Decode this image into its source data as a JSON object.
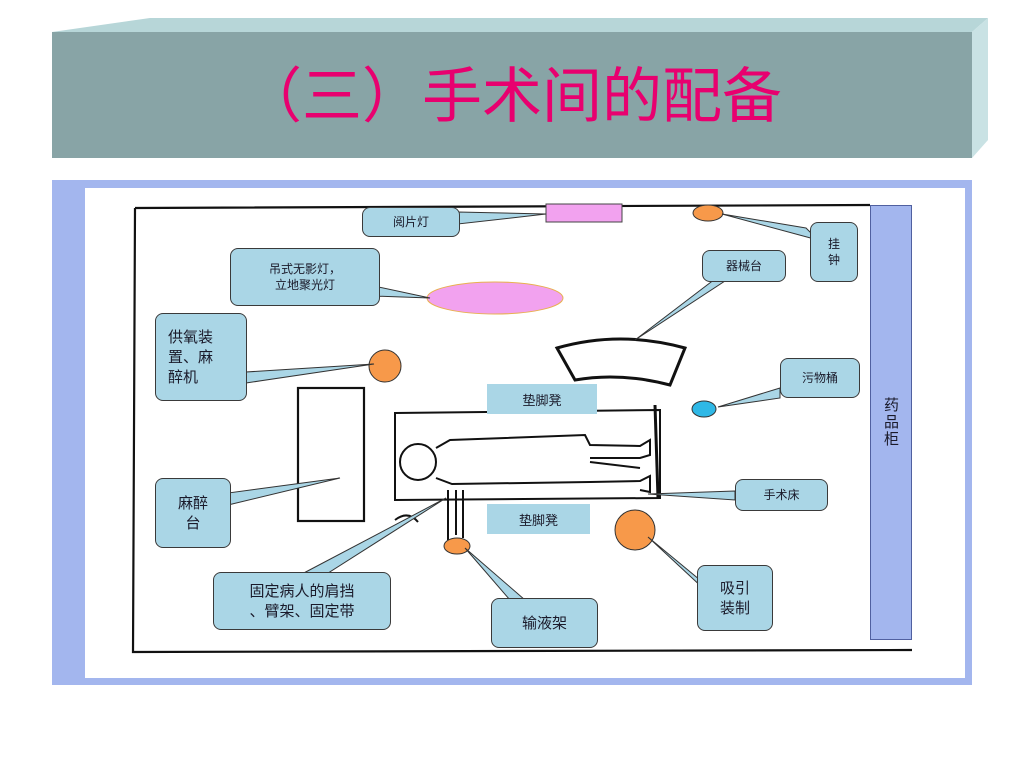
{
  "title": "（三）手术间的配备",
  "labels": {
    "film_viewer": "阅片灯",
    "shadowless_lamp": "吊式无影灯，\n立地聚光灯",
    "wall_clock": "挂\n钟",
    "instrument_table": "器械台",
    "oxygen_anesthesia": "供氧装\n置、麻\n醉机",
    "waste_bin": "污物桶",
    "footstool_top": "垫脚凳",
    "footstool_bottom": "垫脚凳",
    "anesthesia_table": "麻醉\n台",
    "operating_table": "手术床",
    "fixation": "固定病人的肩挡\n、臂架、固定带",
    "iv_stand": "输液架",
    "suction": "吸引\n装制",
    "medicine_cabinet": "药品柜"
  },
  "colors": {
    "title": "#e8006f",
    "banner": "#88a4a6",
    "banner_top": "#b7d6d8",
    "callout_fill": "#aad6e6",
    "frame": "#a3b6ee",
    "orange": "#f7994a",
    "pink": "#f2a2ef",
    "cyan": "#2fb8e6"
  }
}
